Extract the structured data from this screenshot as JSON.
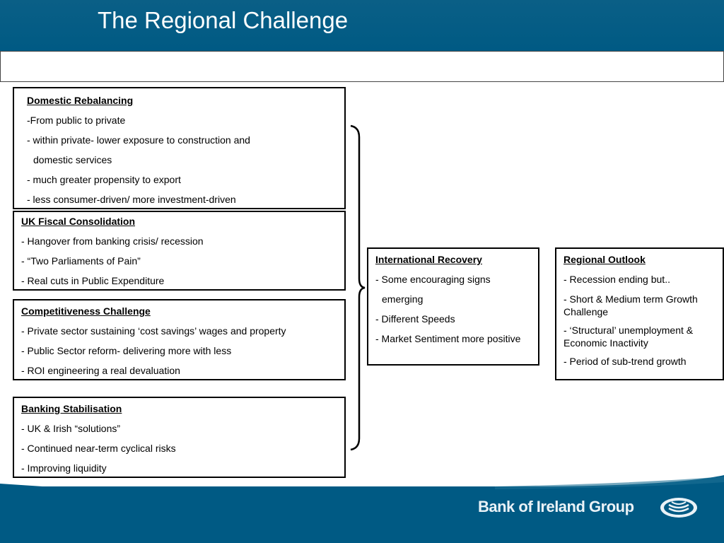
{
  "slide": {
    "title": "The Regional Challenge"
  },
  "boxes": {
    "domestic": {
      "heading": "Domestic Rebalancing",
      "lines": [
        "-From public to private",
        "- within private- lower exposure to construction and",
        "domestic services",
        "- much greater propensity to export",
        "- less consumer-driven/ more investment-driven"
      ]
    },
    "fiscal": {
      "heading": "UK Fiscal Consolidation",
      "lines": [
        "- Hangover from banking crisis/ recession",
        "- “Two Parliaments of Pain”",
        "- Real cuts in Public Expenditure"
      ]
    },
    "competitiveness": {
      "heading": "Competitiveness Challenge",
      "lines": [
        "- Private sector sustaining ‘cost savings’ wages and property",
        "- Public Sector reform- delivering more with less",
        "- ROI engineering a real devaluation"
      ]
    },
    "banking": {
      "heading": "Banking Stabilisation",
      "lines": [
        "- UK & Irish “solutions”",
        "- Continued near-term cyclical risks",
        "- Improving liquidity"
      ]
    },
    "international": {
      "heading": "International Recovery",
      "lines": [
        "- Some encouraging signs",
        "emerging",
        "- Different Speeds",
        "- Market Sentiment more positive"
      ]
    },
    "outlook": {
      "heading": "Regional Outlook",
      "lines": [
        "- Recession ending but..",
        "- Short & Medium term Growth Challenge",
        "- ‘Structural’ unemployment & Economic Inactivity",
        "- Period of sub-trend growth"
      ]
    }
  },
  "footer": {
    "brand": "Bank of Ireland Group",
    "logo_icon": "bank-of-ireland-logo-icon"
  },
  "colors": {
    "header_blue": "#005a84",
    "footer_blue": "#005a84",
    "brand_text": "#eaf2f7"
  }
}
